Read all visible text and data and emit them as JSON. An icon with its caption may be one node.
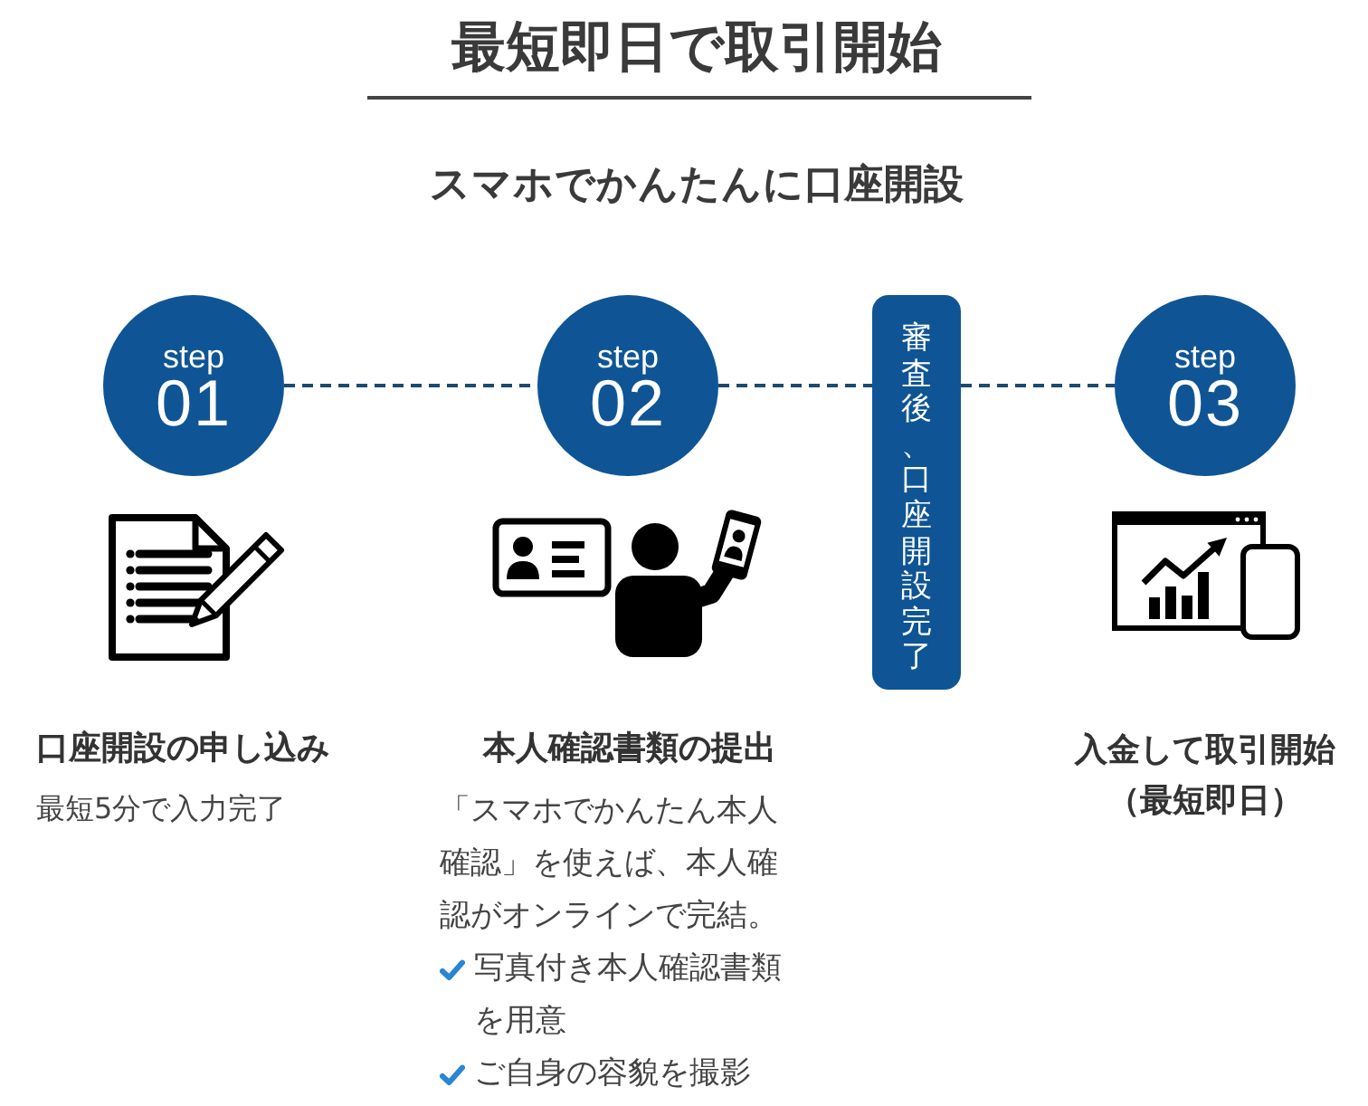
{
  "diagram": {
    "title": "最短即日で取引開始",
    "nodes": [
      {
        "text": [
          "step",
          "01"
        ],
        "beside": [
          "口座開設の申し込み",
          "最短5分で入力完了"
        ]
      },
      {
        "text": [
          "step",
          "02"
        ],
        "beside": [
          "本人確認書類の提出",
          "「スマホでかんたん本人確認」を使えば、本人確認がオンラインで完結。",
          "写真付き本人確認書類を用意",
          "ご自身の容貌を撮影"
        ]
      },
      {
        "text": [
          "審査後、口座開設完了"
        ]
      },
      {
        "text": [
          "step",
          "03"
        ]
      }
    ],
    "edges": [
      {
        "from": 0,
        "to": 1,
        "arrow": "none",
        "style": "dashed"
      },
      {
        "from": 1,
        "to": 2,
        "arrow": "none",
        "style": "dashed"
      },
      {
        "from": 2,
        "to": 3,
        "arrow": "none",
        "style": "dashed"
      }
    ],
    "labels": [
      "スマホでかんたんに口座開設",
      "入金して取引開始（最短即日）"
    ]
  }
}
